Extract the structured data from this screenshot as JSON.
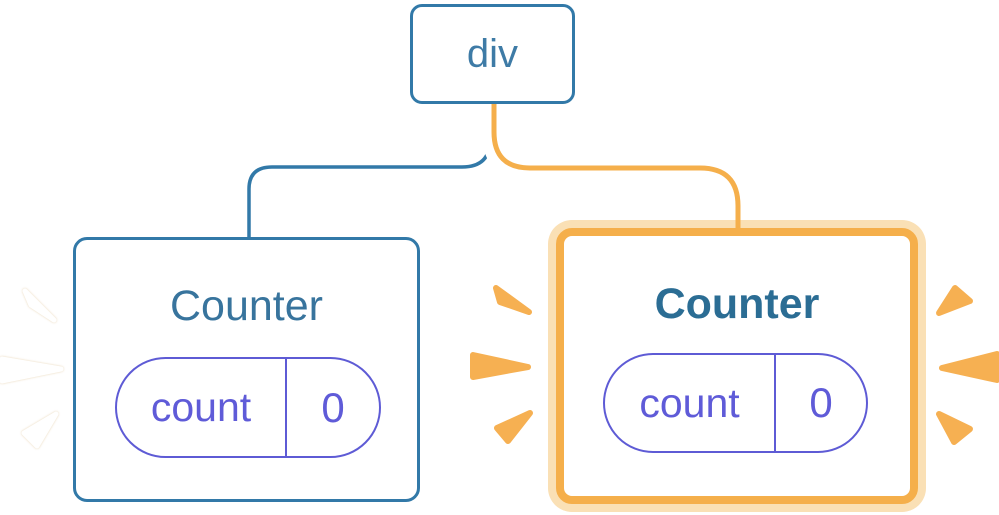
{
  "diagram": {
    "root": {
      "label": "div"
    },
    "children": [
      {
        "title": "Counter",
        "highlighted": false,
        "state": {
          "key": "count",
          "value": "0"
        }
      },
      {
        "title": "Counter",
        "highlighted": true,
        "state": {
          "key": "count",
          "value": "0"
        }
      }
    ]
  },
  "colors": {
    "tree_blue": "#3279A8",
    "root_label_blue": "#3E7BA6",
    "counter_title_blue": "#38749D",
    "counter_title_blue_bold": "#2B6D94",
    "state_pill_purple": "#5E5BD5",
    "state_text_purple": "#5F5BD8",
    "highlight_orange": "#F5AF4B",
    "highlight_orange_pale": "#FAE0B5",
    "sparkle_orange": "#F6B052",
    "sparkle_white": "#FFFFFF",
    "connector_casing_white": "#FFFFFF",
    "card_background": "#FFFFFF"
  }
}
